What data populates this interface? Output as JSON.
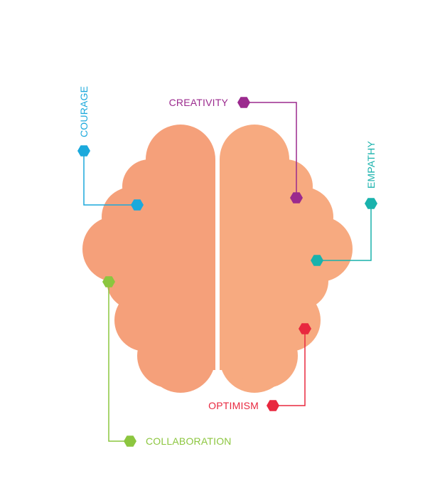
{
  "labels": {
    "courage": "COURAGE",
    "creativity": "CREATIVITY",
    "empathy": "EMPATHY",
    "collaboration": "COLLABORATION",
    "optimism": "OPTIMISM"
  },
  "colors": {
    "brain_left": "#F5A07A",
    "brain_right": "#F7AA80",
    "courage": "#1BA9DC",
    "creativity": "#9B2A8E",
    "empathy": "#19B2AC",
    "collaboration": "#8CC63F",
    "optimism": "#E8283F"
  }
}
